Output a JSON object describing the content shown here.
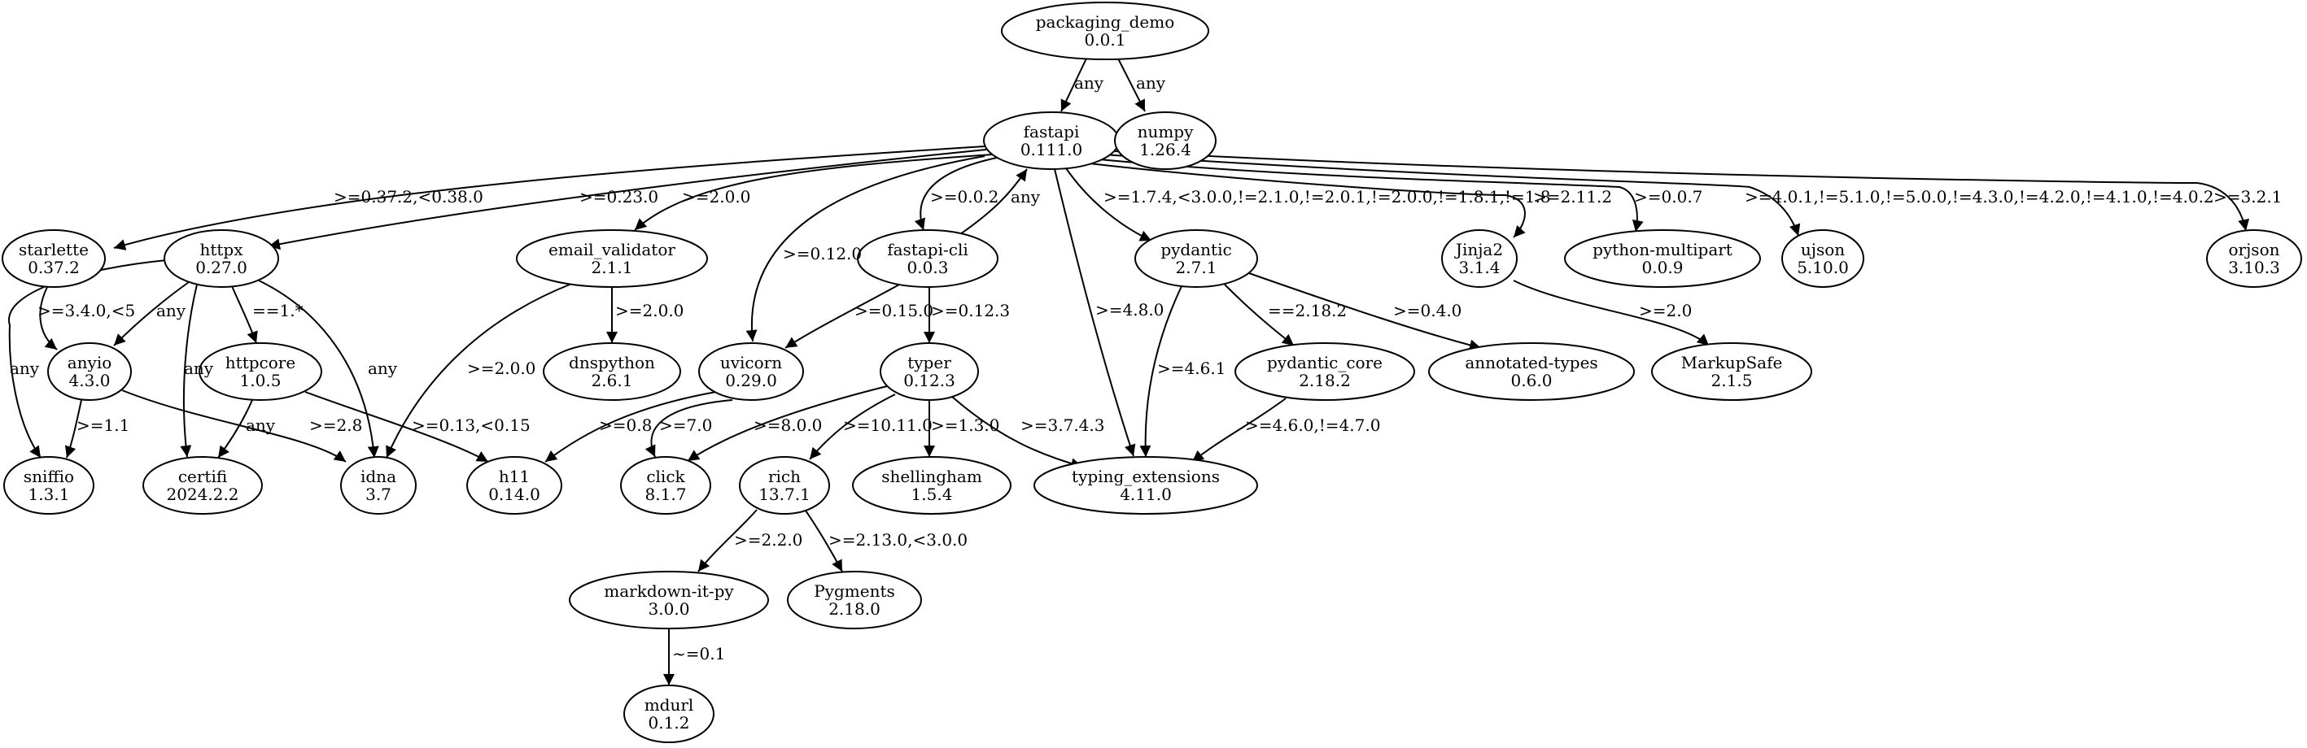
{
  "nodes": [
    {
      "id": "packaging_demo",
      "name": "packaging_demo",
      "version": "0.0.1"
    },
    {
      "id": "fastapi",
      "name": "fastapi",
      "version": "0.111.0"
    },
    {
      "id": "numpy",
      "name": "numpy",
      "version": "1.26.4"
    },
    {
      "id": "starlette",
      "name": "starlette",
      "version": "0.37.2"
    },
    {
      "id": "httpx",
      "name": "httpx",
      "version": "0.27.0"
    },
    {
      "id": "email_validator",
      "name": "email_validator",
      "version": "2.1.1"
    },
    {
      "id": "fastapi-cli",
      "name": "fastapi-cli",
      "version": "0.0.3"
    },
    {
      "id": "pydantic",
      "name": "pydantic",
      "version": "2.7.1"
    },
    {
      "id": "jinja2",
      "name": "Jinja2",
      "version": "3.1.4"
    },
    {
      "id": "python-multipart",
      "name": "python-multipart",
      "version": "0.0.9"
    },
    {
      "id": "ujson",
      "name": "ujson",
      "version": "5.10.0"
    },
    {
      "id": "orjson",
      "name": "orjson",
      "version": "3.10.3"
    },
    {
      "id": "anyio",
      "name": "anyio",
      "version": "4.3.0"
    },
    {
      "id": "httpcore",
      "name": "httpcore",
      "version": "1.0.5"
    },
    {
      "id": "dnspython",
      "name": "dnspython",
      "version": "2.6.1"
    },
    {
      "id": "uvicorn",
      "name": "uvicorn",
      "version": "0.29.0"
    },
    {
      "id": "typer",
      "name": "typer",
      "version": "0.12.3"
    },
    {
      "id": "pydantic_core",
      "name": "pydantic_core",
      "version": "2.18.2"
    },
    {
      "id": "annotated-types",
      "name": "annotated-types",
      "version": "0.6.0"
    },
    {
      "id": "markupsafe",
      "name": "MarkupSafe",
      "version": "2.1.5"
    },
    {
      "id": "sniffio",
      "name": "sniffio",
      "version": "1.3.1"
    },
    {
      "id": "certifi",
      "name": "certifi",
      "version": "2024.2.2"
    },
    {
      "id": "idna",
      "name": "idna",
      "version": "3.7"
    },
    {
      "id": "h11",
      "name": "h11",
      "version": "0.14.0"
    },
    {
      "id": "click",
      "name": "click",
      "version": "8.1.7"
    },
    {
      "id": "rich",
      "name": "rich",
      "version": "13.7.1"
    },
    {
      "id": "shellingham",
      "name": "shellingham",
      "version": "1.5.4"
    },
    {
      "id": "typing_extensions",
      "name": "typing_extensions",
      "version": "4.11.0"
    },
    {
      "id": "markdown-it-py",
      "name": "markdown-it-py",
      "version": "3.0.0"
    },
    {
      "id": "pygments",
      "name": "Pygments",
      "version": "2.18.0"
    },
    {
      "id": "mdurl",
      "name": "mdurl",
      "version": "0.1.2"
    }
  ],
  "edges": [
    {
      "from": "packaging_demo",
      "to": "fastapi",
      "label": "any"
    },
    {
      "from": "packaging_demo",
      "to": "numpy",
      "label": "any"
    },
    {
      "from": "fastapi",
      "to": "starlette",
      "label": ">=0.37.2,<0.38.0"
    },
    {
      "from": "fastapi",
      "to": "httpx",
      "label": ">=0.23.0"
    },
    {
      "from": "fastapi",
      "to": "email_validator",
      "label": ">=2.0.0"
    },
    {
      "from": "fastapi",
      "to": "uvicorn",
      "label": ">=0.12.0"
    },
    {
      "from": "fastapi",
      "to": "fastapi-cli",
      "label": ">=0.0.2"
    },
    {
      "from": "fastapi-cli",
      "to": "fastapi",
      "label": "any"
    },
    {
      "from": "fastapi",
      "to": "pydantic",
      "label": ">=1.7.4,<3.0.0,!=2.1.0,!=2.0.1,!=2.0.0,!=1.8.1,!=1.8"
    },
    {
      "from": "fastapi",
      "to": "typing_extensions",
      "label": ">=4.8.0"
    },
    {
      "from": "fastapi",
      "to": "jinja2",
      "label": ">=2.11.2"
    },
    {
      "from": "fastapi",
      "to": "python-multipart",
      "label": ">=0.0.7"
    },
    {
      "from": "fastapi",
      "to": "ujson",
      "label": ">=4.0.1,!=5.1.0,!=5.0.0,!=4.3.0,!=4.2.0,!=4.1.0,!=4.0.2"
    },
    {
      "from": "fastapi",
      "to": "orjson",
      "label": ">=3.2.1"
    },
    {
      "from": "starlette",
      "to": "anyio",
      "label": ">=3.4.0,<5"
    },
    {
      "from": "httpx",
      "to": "anyio",
      "label": "any"
    },
    {
      "from": "httpx",
      "to": "sniffio",
      "label": "any"
    },
    {
      "from": "httpx",
      "to": "certifi",
      "label": "any"
    },
    {
      "from": "httpx",
      "to": "httpcore",
      "label": "==1.*"
    },
    {
      "from": "httpx",
      "to": "idna",
      "label": "any"
    },
    {
      "from": "anyio",
      "to": "sniffio",
      "label": ">=1.1"
    },
    {
      "from": "anyio",
      "to": "idna",
      "label": ">=2.8"
    },
    {
      "from": "httpcore",
      "to": "certifi",
      "label": "any"
    },
    {
      "from": "httpcore",
      "to": "h11",
      "label": ">=0.13,<0.15"
    },
    {
      "from": "email_validator",
      "to": "dnspython",
      "label": ">=2.0.0"
    },
    {
      "from": "email_validator",
      "to": "idna",
      "label": ">=2.0.0"
    },
    {
      "from": "fastapi-cli",
      "to": "uvicorn",
      "label": ">=0.15.0"
    },
    {
      "from": "fastapi-cli",
      "to": "typer",
      "label": ">=0.12.3"
    },
    {
      "from": "uvicorn",
      "to": "h11",
      "label": ">=0.8"
    },
    {
      "from": "uvicorn",
      "to": "click",
      "label": ">=7.0"
    },
    {
      "from": "typer",
      "to": "click",
      "label": ">=8.0.0"
    },
    {
      "from": "typer",
      "to": "rich",
      "label": ">=10.11.0"
    },
    {
      "from": "typer",
      "to": "shellingham",
      "label": ">=1.3.0"
    },
    {
      "from": "typer",
      "to": "typing_extensions",
      "label": ">=3.7.4.3"
    },
    {
      "from": "pydantic",
      "to": "pydantic_core",
      "label": "==2.18.2"
    },
    {
      "from": "pydantic",
      "to": "annotated-types",
      "label": ">=0.4.0"
    },
    {
      "from": "pydantic",
      "to": "typing_extensions",
      "label": ">=4.6.1"
    },
    {
      "from": "pydantic_core",
      "to": "typing_extensions",
      "label": ">=4.6.0,!=4.7.0"
    },
    {
      "from": "jinja2",
      "to": "markupsafe",
      "label": ">=2.0"
    },
    {
      "from": "rich",
      "to": "markdown-it-py",
      "label": ">=2.2.0"
    },
    {
      "from": "rich",
      "to": "pygments",
      "label": ">=2.13.0,<3.0.0"
    },
    {
      "from": "markdown-it-py",
      "to": "mdurl",
      "label": "~=0.1"
    }
  ]
}
